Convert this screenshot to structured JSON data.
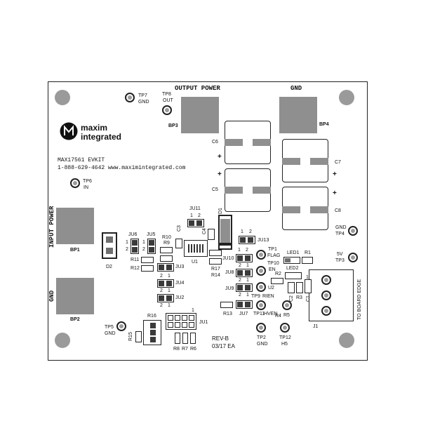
{
  "title_block": {
    "part": "MAX17561 EVKIT",
    "contact": "1-888-629-4642  www.maximintegrated.com",
    "logo_text_1": "maxim",
    "logo_text_2": "integrated"
  },
  "sections": {
    "output_power": "OUTPUT POWER",
    "gnd_top": "GND",
    "input_power": "INPUT POWER",
    "gnd_left": "GND",
    "to_board_edge": "TO BOARD EDGE"
  },
  "revision": {
    "rev": "REV-B",
    "date": "03/17 EA"
  },
  "bp": {
    "bp1": "BP1",
    "bp2": "BP2",
    "bp3": "BP3",
    "bp4": "BP4"
  },
  "test_points": {
    "tp7": "TP7",
    "tp7_sig": "GND",
    "tp8": "TP8",
    "tp8_sig": "OUT",
    "tp6": "TP6",
    "tp6_sig": "IN",
    "tp5": "TP5",
    "tp5_sig": "GND",
    "tp4": "TP4",
    "tp4_sig": "GND",
    "tp3": "TP3",
    "tp3_sig": "5V",
    "tp1": "TP1",
    "tp1_sig": "FLAG",
    "tp10": "TP10",
    "tp10_sig": "EN",
    "tp9": "TP9",
    "tp9_sig": "RIEN",
    "tp11": "TP11",
    "tp11_sig": "HVEN",
    "tp2": "TP2",
    "tp2_sig": "GND",
    "tp12": "TP12",
    "tp12_sig": "H5"
  },
  "designators": {
    "c1": "C1",
    "c2": "C2",
    "c3": "C3",
    "c4": "C4",
    "c5": "C5",
    "c6": "C6",
    "c7": "C7",
    "c8": "C8",
    "d1": "D1",
    "d2": "D2",
    "u1": "U1",
    "u2": "U2",
    "j1": "J1",
    "led1": "LED1",
    "led2": "LED2",
    "r1": "R1",
    "r2": "R2",
    "r3": "R3",
    "r4": "R4",
    "r5": "R5",
    "r6": "R6",
    "r7": "R7",
    "r8": "R8",
    "r9": "R9",
    "r10": "R10",
    "r11": "R11",
    "r12": "R12",
    "r13": "R13",
    "r14": "R14",
    "r15": "R15",
    "r16": "R16",
    "r17": "R17",
    "ju1": "JU1",
    "ju2": "JU2",
    "ju3": "JU3",
    "ju4": "JU4",
    "ju5": "JU5",
    "ju6": "JU6",
    "ju7": "JU7",
    "ju8": "JU8",
    "ju9": "JU9",
    "ju10": "JU10",
    "ju11": "JU11",
    "ju13": "JU13"
  },
  "pins": {
    "one": "1",
    "two": "2",
    "plus": "+"
  }
}
